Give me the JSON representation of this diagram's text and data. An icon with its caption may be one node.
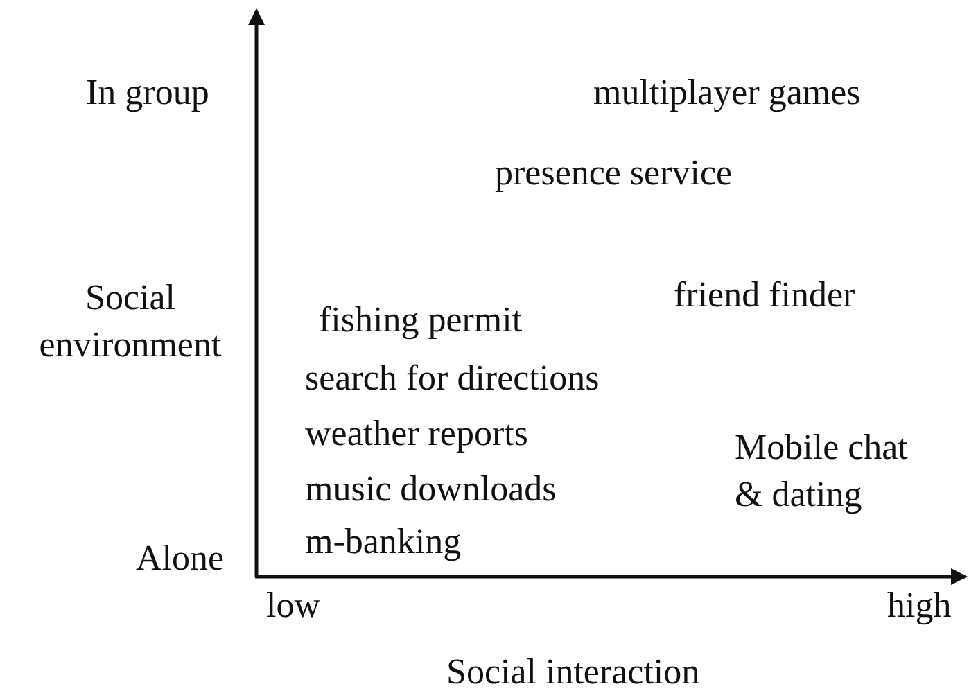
{
  "diagram": {
    "labels": [
      "In group",
      "multiplayer games",
      "presence service",
      "Social environment",
      "friend finder",
      "fishing permit",
      "search for directions",
      "weather reports",
      "Mobile chat & dating",
      "music downloads",
      "m-banking",
      "Alone",
      "low",
      "high",
      "Social interaction"
    ]
  }
}
